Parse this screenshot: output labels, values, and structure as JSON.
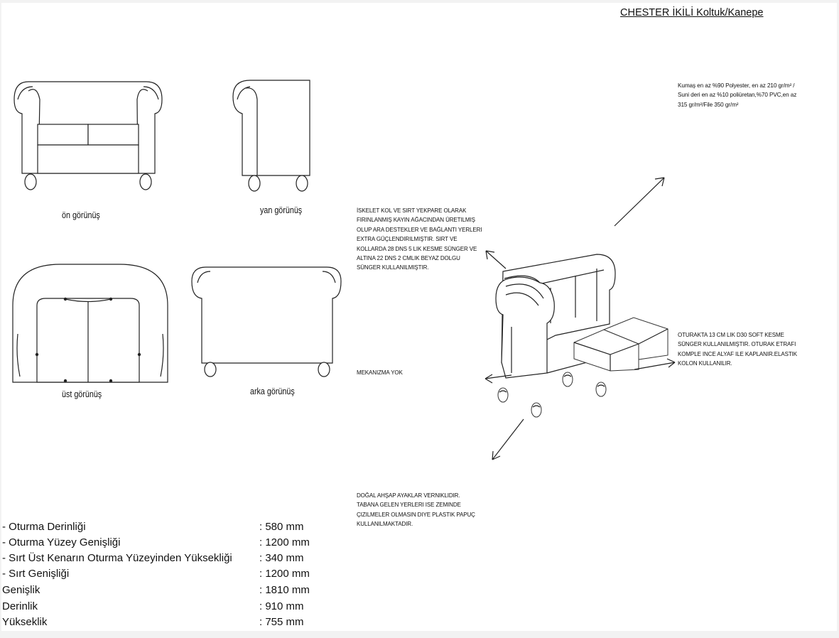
{
  "title": "CHESTER İKİLİ Koltuk/Kanepe",
  "views": {
    "front": "ön görünüş",
    "side": "yan görünüş",
    "top": "üst görünüş",
    "back": "arka görünüş"
  },
  "notes": {
    "fabric": "Kumaş en az %90 Polyester, en az 210 gr/m² / Suni deri en az %10 poliüretan,%70 PVC,en az 315 gr/m²/File 350 gr/m²",
    "frame": "İskelet kol ve sırt yekpare olarak fırınlanmış kayın ağacından üretilmiş olup ara destekler ve bağlantı yerleri extra güçlendirilmiştir. Sırt ve kollarda 28 DNS 5 lik kesme sünger ve altına 22 DNS 2 cmlik beyaz dolgu sünger kullanılmıştır.",
    "seat": "Oturakta 13 cm lik D30 soft kesme sünger kullanılmıştır. Oturak etrafı komple ince alyaf ile kaplanır.Elastik kolon kullanılır.",
    "mechanism": "Mekanizma yok",
    "legs": "Doğal ahşap ayaklar verniklidir. Tabana gelen yerleri ise zeminde çizilmeler olmasın diye plastik papuç kullanılmaktadır."
  },
  "dimensions": [
    {
      "label": " - Oturma Derinliği",
      "value": ":  580 mm"
    },
    {
      "label": " - Oturma Yüzey Genişliği",
      "value": ": 1200 mm"
    },
    {
      "label": " - Sırt Üst Kenarın Oturma Yüzeyinden Yüksekliği",
      "value": ": 340 mm"
    },
    {
      "label": " - Sırt Genişliği",
      "value": ": 1200 mm"
    },
    {
      "label": "Genişlik",
      "value": ": 1810 mm"
    },
    {
      "label": "Derinlik",
      "value": ": 910 mm"
    },
    {
      "label": "Yükseklik",
      "value": ": 755 mm"
    }
  ]
}
